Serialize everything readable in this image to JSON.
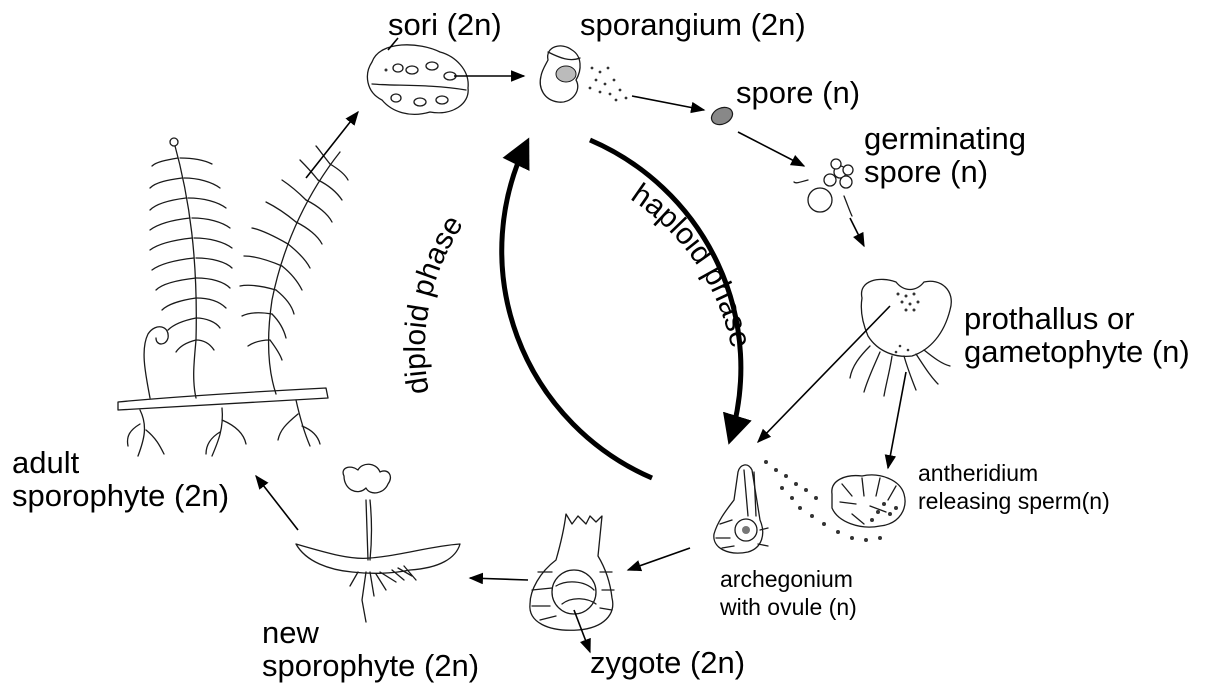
{
  "labels": {
    "sori": "sori (2n)",
    "sporangium": "sporangium (2n)",
    "spore": "spore (n)",
    "germinating": [
      "germinating",
      "spore (n)"
    ],
    "prothallus": [
      "prothallus or",
      "gametophyte (n)"
    ],
    "antheridium": [
      "antheridium",
      "releasing sperm(n)"
    ],
    "archegonium": [
      "archegonium",
      "with ovule (n)"
    ],
    "zygote": "zygote (2n)",
    "new_sporophyte": [
      "new",
      "sporophyte (2n)"
    ],
    "adult_sporophyte": [
      "adult",
      "sporophyte (2n)"
    ],
    "haploid_phase": "haploid phase",
    "diploid_phase": "diploid phase"
  },
  "colors": {
    "ink": "#1a1a1a",
    "background": "#ffffff"
  }
}
